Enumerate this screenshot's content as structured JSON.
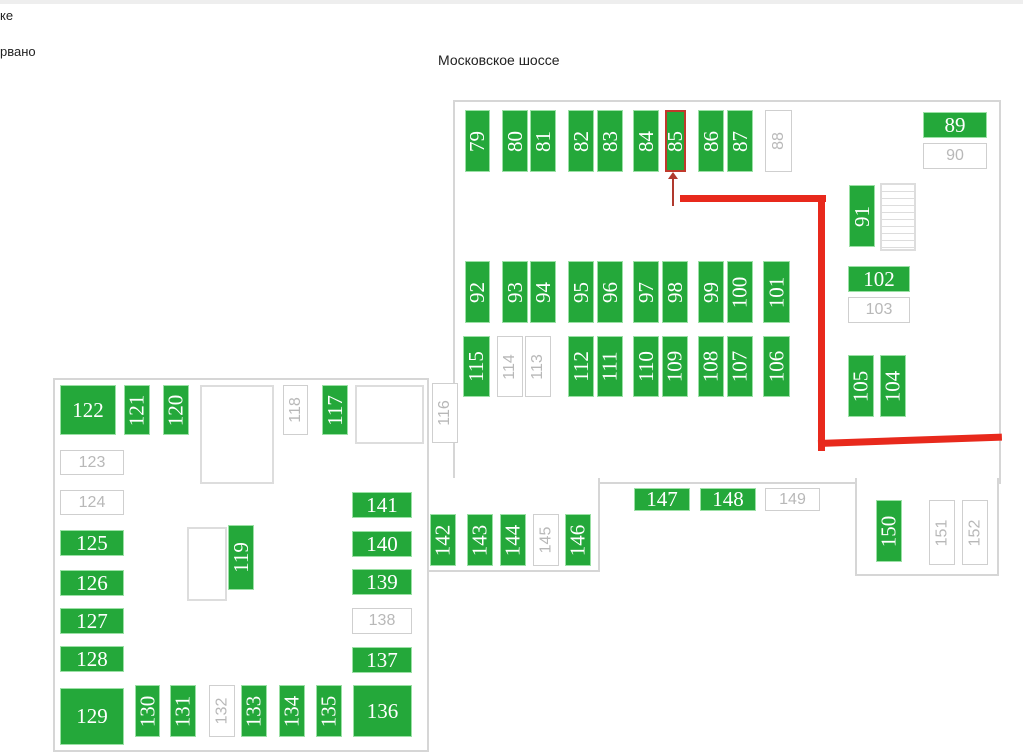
{
  "header": {
    "fragment_1": "ке",
    "fragment_2": "рвано"
  },
  "map": {
    "street_label": "Московское шоссе",
    "colors": {
      "occupied": "#24a83a",
      "route": "#e8291c"
    },
    "highlighted_spot": "85",
    "spots": [
      {
        "number": "79",
        "status": "green"
      },
      {
        "number": "80",
        "status": "green"
      },
      {
        "number": "81",
        "status": "green"
      },
      {
        "number": "82",
        "status": "green"
      },
      {
        "number": "83",
        "status": "green"
      },
      {
        "number": "84",
        "status": "green"
      },
      {
        "number": "85",
        "status": "green"
      },
      {
        "number": "86",
        "status": "green"
      },
      {
        "number": "87",
        "status": "green"
      },
      {
        "number": "88",
        "status": "free"
      },
      {
        "number": "89",
        "status": "green"
      },
      {
        "number": "90",
        "status": "free"
      },
      {
        "number": "91",
        "status": "green"
      },
      {
        "number": "92",
        "status": "green"
      },
      {
        "number": "93",
        "status": "green"
      },
      {
        "number": "94",
        "status": "green"
      },
      {
        "number": "95",
        "status": "green"
      },
      {
        "number": "96",
        "status": "green"
      },
      {
        "number": "97",
        "status": "green"
      },
      {
        "number": "98",
        "status": "green"
      },
      {
        "number": "99",
        "status": "green"
      },
      {
        "number": "100",
        "status": "green"
      },
      {
        "number": "101",
        "status": "green"
      },
      {
        "number": "102",
        "status": "green"
      },
      {
        "number": "103",
        "status": "free"
      },
      {
        "number": "104",
        "status": "green"
      },
      {
        "number": "105",
        "status": "green"
      },
      {
        "number": "106",
        "status": "green"
      },
      {
        "number": "107",
        "status": "green"
      },
      {
        "number": "108",
        "status": "green"
      },
      {
        "number": "109",
        "status": "green"
      },
      {
        "number": "110",
        "status": "green"
      },
      {
        "number": "111",
        "status": "green"
      },
      {
        "number": "112",
        "status": "green"
      },
      {
        "number": "113",
        "status": "free"
      },
      {
        "number": "114",
        "status": "free"
      },
      {
        "number": "115",
        "status": "green"
      },
      {
        "number": "116",
        "status": "free"
      },
      {
        "number": "117",
        "status": "green"
      },
      {
        "number": "118",
        "status": "free"
      },
      {
        "number": "119",
        "status": "green"
      },
      {
        "number": "120",
        "status": "green"
      },
      {
        "number": "121",
        "status": "green"
      },
      {
        "number": "122",
        "status": "green"
      },
      {
        "number": "123",
        "status": "free"
      },
      {
        "number": "124",
        "status": "free"
      },
      {
        "number": "125",
        "status": "green"
      },
      {
        "number": "126",
        "status": "green"
      },
      {
        "number": "127",
        "status": "green"
      },
      {
        "number": "128",
        "status": "green"
      },
      {
        "number": "129",
        "status": "green"
      },
      {
        "number": "130",
        "status": "green"
      },
      {
        "number": "131",
        "status": "green"
      },
      {
        "number": "132",
        "status": "free"
      },
      {
        "number": "133",
        "status": "green"
      },
      {
        "number": "134",
        "status": "green"
      },
      {
        "number": "135",
        "status": "green"
      },
      {
        "number": "136",
        "status": "green"
      },
      {
        "number": "137",
        "status": "green"
      },
      {
        "number": "138",
        "status": "free"
      },
      {
        "number": "139",
        "status": "green"
      },
      {
        "number": "140",
        "status": "green"
      },
      {
        "number": "141",
        "status": "green"
      },
      {
        "number": "142",
        "status": "green"
      },
      {
        "number": "143",
        "status": "green"
      },
      {
        "number": "144",
        "status": "green"
      },
      {
        "number": "145",
        "status": "free"
      },
      {
        "number": "146",
        "status": "green"
      },
      {
        "number": "147",
        "status": "green"
      },
      {
        "number": "148",
        "status": "green"
      },
      {
        "number": "149",
        "status": "free"
      },
      {
        "number": "150",
        "status": "green"
      },
      {
        "number": "151",
        "status": "free"
      },
      {
        "number": "152",
        "status": "free"
      }
    ]
  }
}
